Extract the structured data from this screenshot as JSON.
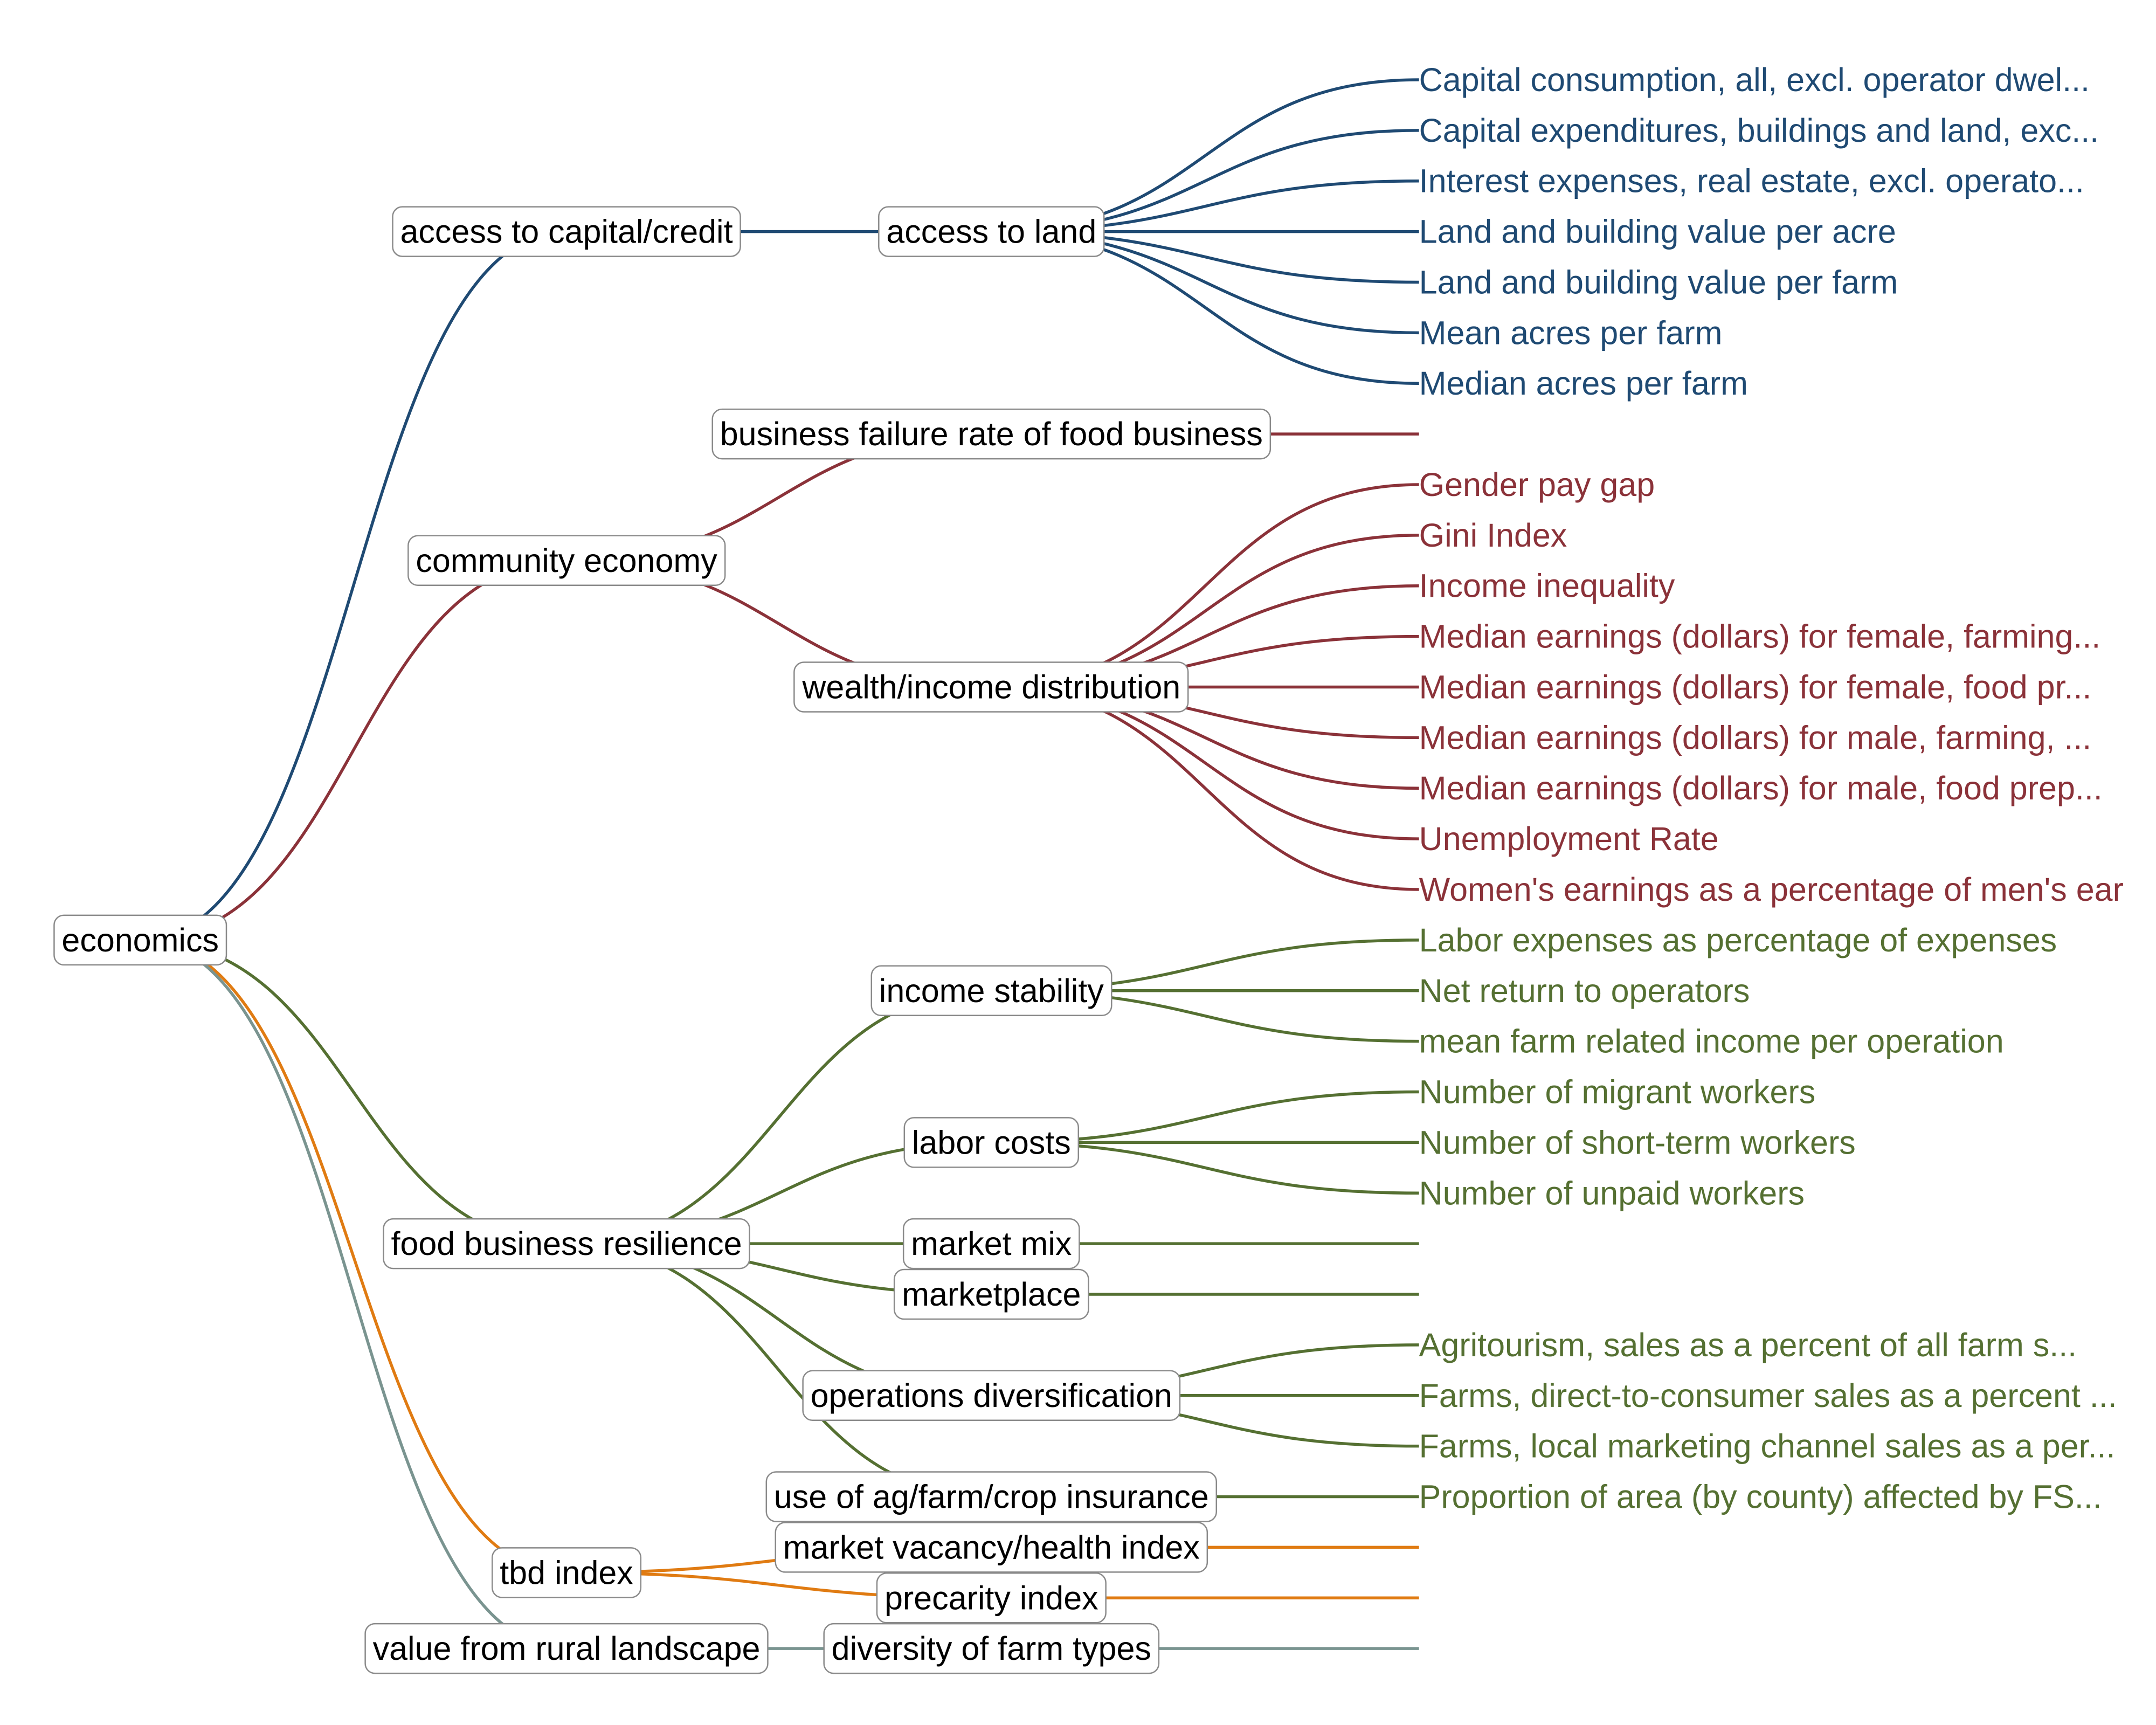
{
  "colors": {
    "capital": "#1f4a73",
    "community": "#8b3239",
    "resilience": "#557032",
    "tbd": "#e07b12",
    "rural": "#7a9490"
  },
  "tree": {
    "root": "economics",
    "branches": [
      {
        "label": "access to capital/credit",
        "color": "capital",
        "children": [
          {
            "label": "access to land",
            "leaves": [
              "Capital consumption, all, excl. operator dwel...",
              "Capital expenditures, buildings and land, exc...",
              "Interest expenses, real estate, excl. operato...",
              "Land and building value per acre",
              "Land and building value per farm",
              "Mean acres per farm",
              "Median acres per farm"
            ]
          }
        ]
      },
      {
        "label": "community economy",
        "color": "community",
        "children": [
          {
            "label": "business failure rate of food business",
            "leaves": []
          },
          {
            "label": "wealth/income distribution",
            "leaves": [
              "Gender pay gap",
              "Gini Index",
              "Income inequality",
              "Median earnings (dollars) for female, farming...",
              "Median earnings (dollars) for female, food pr...",
              "Median earnings (dollars) for male, farming, ...",
              "Median earnings (dollars) for male, food prep...",
              "Unemployment Rate",
              "Women's earnings as a percentage of men's ear"
            ]
          }
        ]
      },
      {
        "label": "food business resilience",
        "color": "resilience",
        "children": [
          {
            "label": "income stability",
            "leaves": [
              "Labor expenses as percentage of expenses",
              "Net return to operators",
              "mean farm related income per operation"
            ]
          },
          {
            "label": "labor costs",
            "leaves": [
              "Number of migrant workers",
              "Number of short-term workers",
              "Number of unpaid workers"
            ]
          },
          {
            "label": "market mix",
            "leaves": []
          },
          {
            "label": "marketplace",
            "leaves": []
          },
          {
            "label": "operations diversification",
            "leaves": [
              "Agritourism, sales as a percent of all farm s...",
              "Farms, direct-to-consumer sales as a percent ...",
              "Farms, local marketing channel sales as a per..."
            ]
          },
          {
            "label": "use of ag/farm/crop insurance",
            "leaves": [
              "Proportion of area (by county) affected by FS..."
            ]
          }
        ]
      },
      {
        "label": "tbd index",
        "color": "tbd",
        "children": [
          {
            "label": "market vacancy/health index",
            "leaves": []
          },
          {
            "label": "precarity index",
            "leaves": []
          }
        ]
      },
      {
        "label": "value from rural landscape",
        "color": "rural",
        "children": [
          {
            "label": "diversity of farm types",
            "leaves": []
          }
        ]
      }
    ]
  }
}
